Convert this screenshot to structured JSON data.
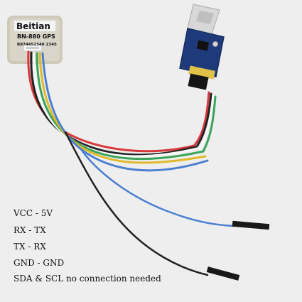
{
  "module": {
    "brand": "Beitian",
    "model": "BN-880 GPS",
    "serial": "B874452340 2345"
  },
  "notes": [
    "VCC  -  5V",
    "RX   -  TX",
    "TX   -  RX",
    "GND  -  GND",
    "SDA & SCL no connection needed"
  ],
  "colors": {
    "background": "#eeeeee",
    "wire_red": "#d8383c",
    "wire_black": "#222222",
    "wire_white": "#f7f7f7",
    "wire_green": "#3aa55a",
    "wire_yellow": "#e0b92b",
    "wire_blue": "#4b7fd1",
    "board": "#1f3a7a",
    "usb_metal": "#d8d8d8",
    "module_body": "#d9d5c8"
  },
  "icons": {
    "gps_module": "gps-module",
    "usb_adapter": "usb-serial-adapter",
    "dupont_connector": "dupont-connector"
  }
}
